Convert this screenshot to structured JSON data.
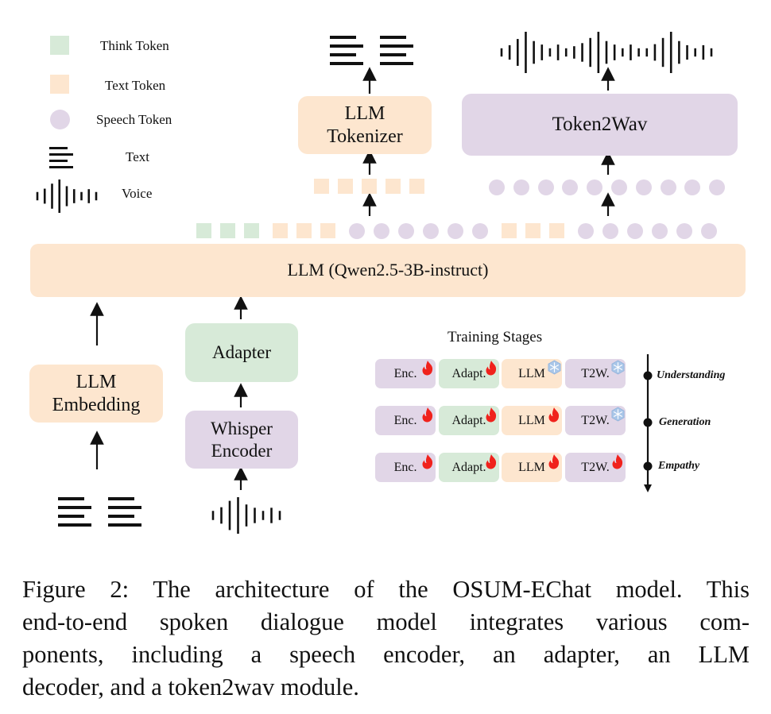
{
  "legend": {
    "items": [
      {
        "label": "Think Token",
        "shape": "square",
        "color": "#d7ead8"
      },
      {
        "label": "Text Token",
        "shape": "square",
        "color": "#fde6cf"
      },
      {
        "label": "Speech Token",
        "shape": "circle",
        "color": "#e1d6e7"
      },
      {
        "label": "Text",
        "shape": "text-lines-icon"
      },
      {
        "label": "Voice",
        "shape": "waveform-icon"
      }
    ]
  },
  "modules": {
    "llm_tokenizer": {
      "line1": "LLM",
      "line2": "Tokenizer"
    },
    "token2wav": {
      "label": "Token2Wav"
    },
    "llm_main": {
      "label": "LLM (Qwen2.5-3B-instruct)"
    },
    "adapter": {
      "label": "Adapter"
    },
    "whisper_encoder": {
      "line1": "Whisper",
      "line2": "Encoder"
    },
    "llm_embedding": {
      "line1": "LLM",
      "line2": "Embedding"
    }
  },
  "token_sequence": {
    "groups": [
      {
        "type": "think",
        "count": 3
      },
      {
        "type": "text",
        "count": 3
      },
      {
        "type": "speech",
        "count": 6
      },
      {
        "type": "text",
        "count": 3
      },
      {
        "type": "speech",
        "count": 6
      }
    ],
    "tokenizer_input_text_tokens": 5,
    "token2wav_input_speech_tokens": 10
  },
  "colors": {
    "think": "#d7ead8",
    "text": "#fde6cf",
    "speech": "#e1d6e7",
    "flame": "#f0221c",
    "snowflake": "#a9c6e8"
  },
  "training": {
    "title": "Training Stages",
    "modules": [
      "Enc.",
      "Adapt.",
      "LLM",
      "T2W."
    ],
    "stages": [
      {
        "name": "Understanding",
        "status": [
          "trainable",
          "trainable",
          "frozen",
          "frozen"
        ]
      },
      {
        "name": "Generation",
        "status": [
          "trainable",
          "trainable",
          "trainable",
          "frozen"
        ]
      },
      {
        "name": "Empathy",
        "status": [
          "trainable",
          "trainable",
          "trainable",
          "trainable"
        ]
      }
    ]
  },
  "caption": {
    "lines": [
      "Figure 2: The architecture of the OSUM-EChat model. This",
      "end-to-end spoken dialogue model integrates various com-",
      "ponents, including a speech encoder, an adapter, an LLM",
      "decoder, and a token2wav module."
    ]
  }
}
